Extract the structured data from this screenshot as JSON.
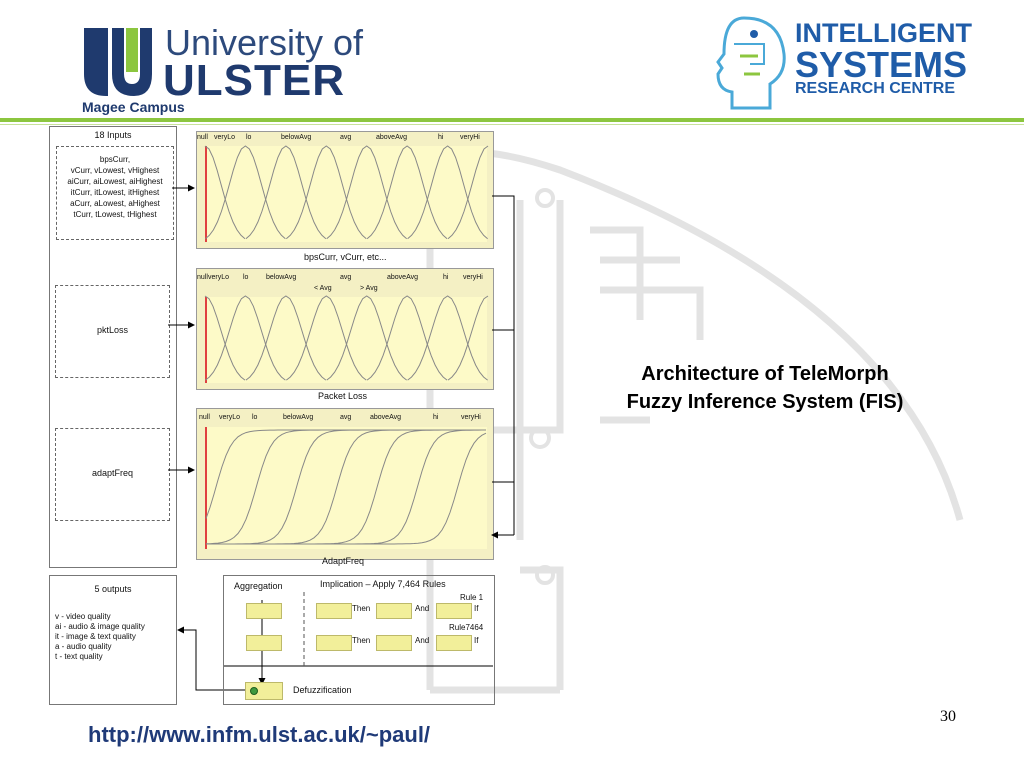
{
  "header": {
    "university_line1": "University of",
    "university_line2": "ULSTER",
    "campus": "Magee Campus",
    "isrc_line1": "INTELLIGENT",
    "isrc_line2": "SYSTEMS",
    "isrc_line3": "RESEARCH CENTRE"
  },
  "inputs_panel": {
    "title": "18 Inputs",
    "group1_lines": [
      "bpsCurr,",
      "vCurr, vLowest, vHighest",
      "aiCurr, aiLowest, aiHighest",
      "itCurr, itLowest, itHighest",
      "aCurr, aLowest, aHighest",
      "tCurr, tLowest, tHighest"
    ],
    "group2": "pktLoss",
    "group3": "adaptFreq"
  },
  "plots": [
    {
      "caption": "bpsCurr, vCurr, etc...",
      "labels": [
        "null",
        "veryLo",
        "lo",
        "belowAvg",
        "avg",
        "aboveAvg",
        "hi",
        "veryHi"
      ]
    },
    {
      "caption": "Packet Loss",
      "labels": [
        "null",
        "veryLo",
        "lo",
        "belowAvg",
        "avg",
        "aboveAvg",
        "hi",
        "veryHi"
      ],
      "sub_labels": [
        "< Avg",
        "> Avg"
      ]
    },
    {
      "caption": "AdaptFreq",
      "labels": [
        "null",
        "veryLo",
        "lo",
        "belowAvg",
        "avg",
        "aboveAvg",
        "hi",
        "veryHi"
      ]
    }
  ],
  "outputs_panel": {
    "title": "5 outputs",
    "lines": [
      "v - video quality",
      "ai - audio & image quality",
      "it - image & text quality",
      "a - audio quality",
      "t - text quality"
    ]
  },
  "inference": {
    "aggregation": "Aggregation",
    "implication": "Implication – Apply 7,464 Rules",
    "rule1": "Rule 1",
    "rule_last": "Rule7464",
    "then": "Then",
    "and": "And",
    "if": "If",
    "defuzz": "Defuzzification"
  },
  "title_line1": "Architecture of TeleMorph",
  "title_line2": "Fuzzy Inference System (FIS)",
  "page_number": "30",
  "url": "http://www.infm.ulst.ac.uk/~paul/",
  "colors": {
    "brand_blue": "#1f3a6e",
    "green_rule": "#8cc63f",
    "plot_bg": "#fdfac8"
  }
}
